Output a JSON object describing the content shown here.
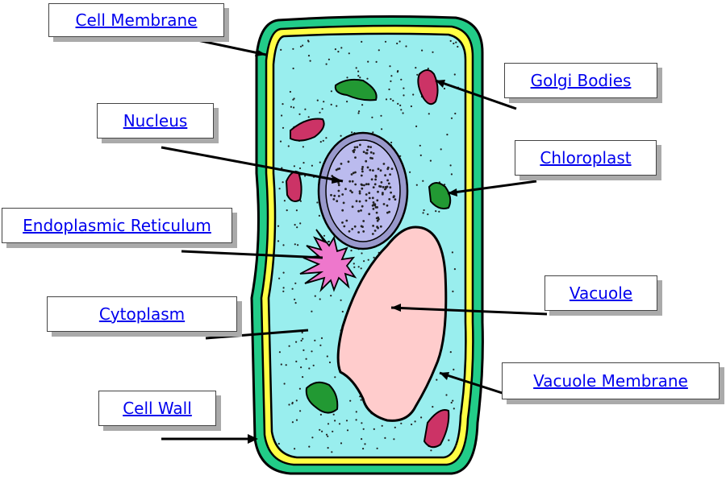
{
  "labels": {
    "cell_membrane": "Cell Membrane",
    "golgi_bodies": "Golgi Bodies",
    "nucleus": "Nucleus",
    "chloroplast": "Chloroplast",
    "endoplasmic_reticulum": "Endoplasmic Reticulum",
    "vacuole": "Vacuole",
    "cytoplasm": "Cytoplasm",
    "vacuole_membrane": "Vacuole Membrane",
    "cell_wall": "Cell Wall"
  },
  "colors": {
    "cell_wall": "#22cc88",
    "cell_membrane": "#ffff33",
    "cytoplasm": "#99eeee",
    "nucleus": "#bbbbee",
    "nucleus_ring": "#8888cc",
    "vacuole": "#ffcccc",
    "golgi": "#cc3366",
    "chloroplast": "#229933",
    "er": "#ee77cc",
    "link": "#0000ee"
  }
}
